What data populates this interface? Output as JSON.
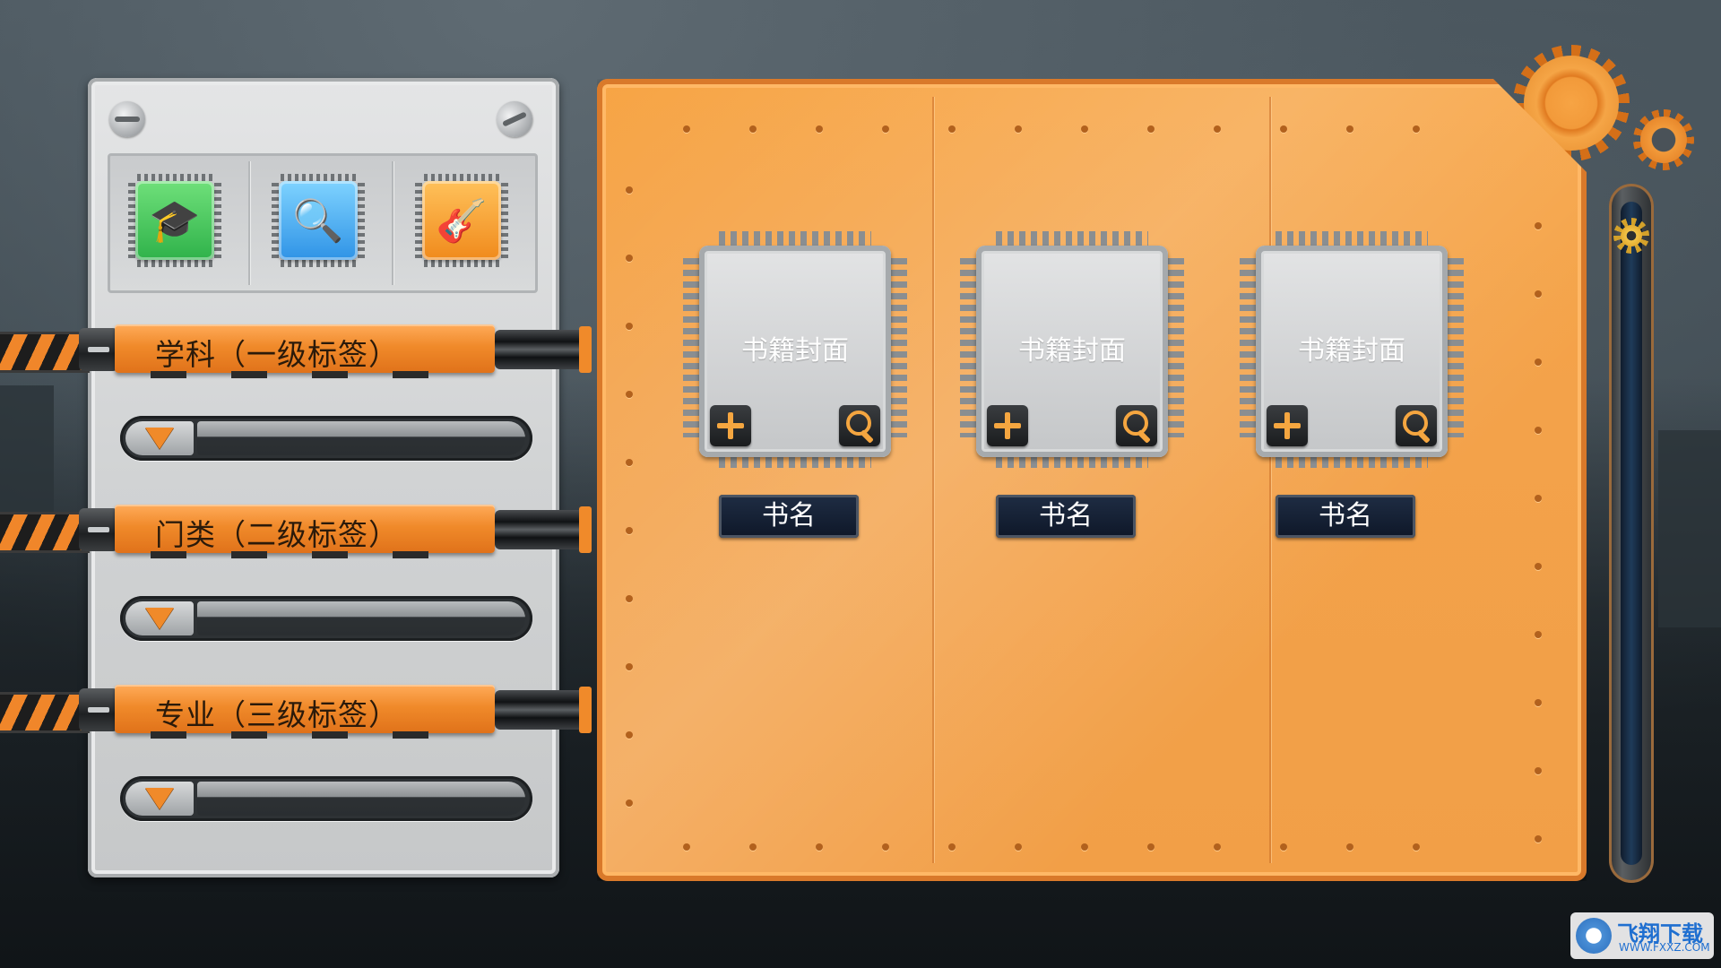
{
  "left_panel": {
    "categories": [
      {
        "label": "学科（一级标签）",
        "value": ""
      },
      {
        "label": "门类（二级标签）",
        "value": ""
      },
      {
        "label": "专业（三级标签）",
        "value": ""
      }
    ],
    "icons": [
      "graduation-cap-icon",
      "document-search-icon",
      "guitar-music-icon"
    ]
  },
  "books": [
    {
      "cover_text": "书籍封面",
      "name": "书名"
    },
    {
      "cover_text": "书籍封面",
      "name": "书名"
    },
    {
      "cover_text": "书籍封面",
      "name": "书名"
    }
  ],
  "watermark": {
    "brand": "飞翔下载",
    "url": "WWW.FXXZ.COM"
  },
  "colors": {
    "accent": "#f29f47",
    "dark": "#0e1728",
    "metal": "#d1d3d4"
  }
}
